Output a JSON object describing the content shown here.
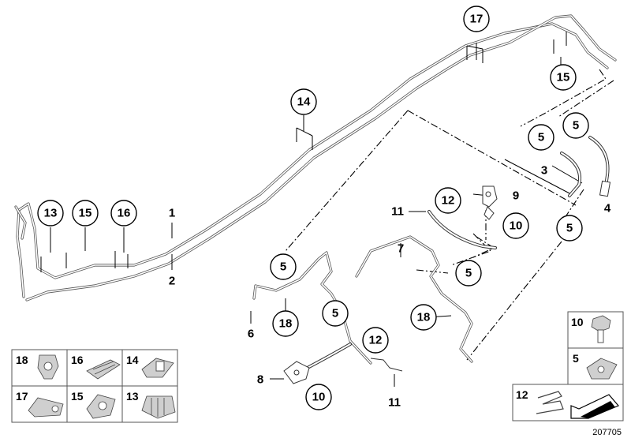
{
  "callouts": {
    "c17_top": "17",
    "c15_right": "15",
    "c14": "14",
    "c5_a": "5",
    "c5_b": "5",
    "c5_c": "5",
    "c5_d": "5",
    "c5_e": "5",
    "c5_f": "5",
    "c12_a": "12",
    "c12_b": "12",
    "c10_a": "10",
    "c10_b": "10",
    "c13": "13",
    "c15_left": "15",
    "c16": "16",
    "c18_a": "18",
    "c18_b": "18"
  },
  "labels": {
    "l1": "1",
    "l2": "2",
    "l3": "3",
    "l4": "4",
    "l6": "6",
    "l7": "7",
    "l8": "8",
    "l9": "9",
    "l11_a": "11",
    "l11_b": "11"
  },
  "legend_left": [
    {
      "num": "18",
      "icon": "pipe-clip-18-icon"
    },
    {
      "num": "16",
      "icon": "pipe-clip-16-icon"
    },
    {
      "num": "14",
      "icon": "pipe-clip-14-icon"
    },
    {
      "num": "17",
      "icon": "pipe-clip-17-icon"
    },
    {
      "num": "15",
      "icon": "pipe-clip-15-icon"
    },
    {
      "num": "13",
      "icon": "pipe-clip-13-icon"
    }
  ],
  "legend_right": [
    {
      "num": "10",
      "icon": "bolt-icon"
    },
    {
      "num": "5",
      "icon": "clamp-icon"
    },
    {
      "num": "12",
      "icon": "spring-clip-icon"
    }
  ],
  "reference_number": "207705"
}
